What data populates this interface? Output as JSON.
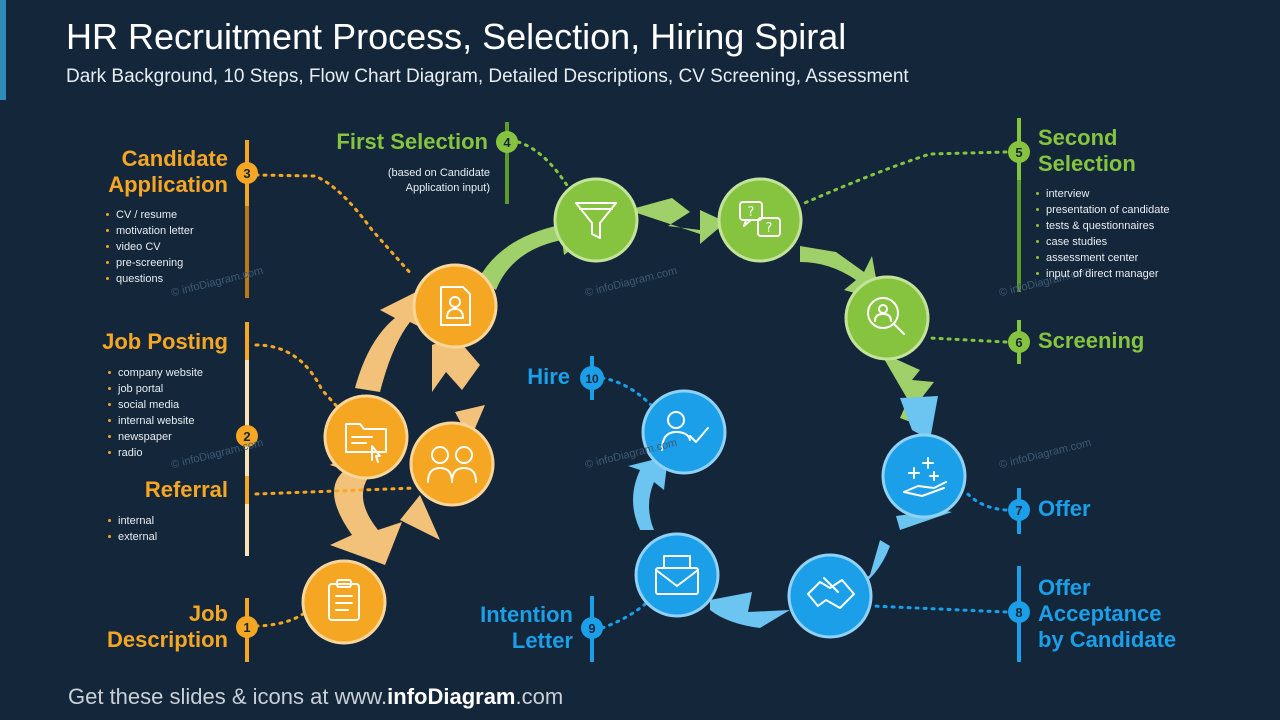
{
  "header": {
    "title": "HR Recruitment Process, Selection, Hiring Spiral",
    "subtitle": "Dark Background, 10 Steps, Flow Chart Diagram, Detailed Descriptions, CV  Screening, Assessment"
  },
  "footer": {
    "prefix": "Get these slides & icons at www.",
    "brand": "infoDiagram",
    "suffix": ".com"
  },
  "watermark": "© infoDiagram.com",
  "colors": {
    "orange": "#f5a623",
    "green": "#86c440",
    "blue": "#1a9fe8",
    "background": "#13263a"
  },
  "steps": [
    {
      "number": "1",
      "label_line1": "Job",
      "label_line2": "Description",
      "icon": "clipboard-list-icon",
      "color": "orange"
    },
    {
      "number": "2",
      "label": "Job Posting",
      "bullets": [
        "company website",
        "job portal",
        "social media",
        "internal website",
        "newspaper",
        "radio"
      ],
      "icon": "folder-click-icon",
      "color": "orange"
    },
    {
      "number": "2",
      "label": "Referral",
      "bullets": [
        "internal",
        "external"
      ],
      "icon": "two-people-icon",
      "color": "orange"
    },
    {
      "number": "3",
      "label_line1": "Candidate",
      "label_line2": "Application",
      "bullets": [
        "CV / resume",
        "motivation letter",
        "video CV",
        "pre-screening",
        "questions"
      ],
      "icon": "cv-document-icon",
      "color": "orange"
    },
    {
      "number": "4",
      "label": "First Selection",
      "note_line1": "(based on Candidate",
      "note_line2": "Application input)",
      "icon": "funnel-icon",
      "color": "green"
    },
    {
      "number": "5",
      "label_line1": "Second",
      "label_line2": "Selection",
      "bullets": [
        "interview",
        "presentation of candidate",
        "tests & questionnaires",
        "case studies",
        "assessment center",
        "input of direct manager"
      ],
      "icon": "question-bubbles-icon",
      "color": "green"
    },
    {
      "number": "6",
      "label": "Screening",
      "icon": "magnifier-person-icon",
      "color": "green"
    },
    {
      "number": "7",
      "label": "Offer",
      "icon": "hand-sparkles-icon",
      "color": "blue"
    },
    {
      "number": "8",
      "label_line1": "Offer",
      "label_line2": "Acceptance",
      "label_line3": "by Candidate",
      "icon": "handshake-icon",
      "color": "blue"
    },
    {
      "number": "9",
      "label_line1": "Intention",
      "label_line2": "Letter",
      "icon": "envelope-letter-icon",
      "color": "blue"
    },
    {
      "number": "10",
      "label": "Hire",
      "icon": "person-check-icon",
      "color": "blue"
    }
  ]
}
